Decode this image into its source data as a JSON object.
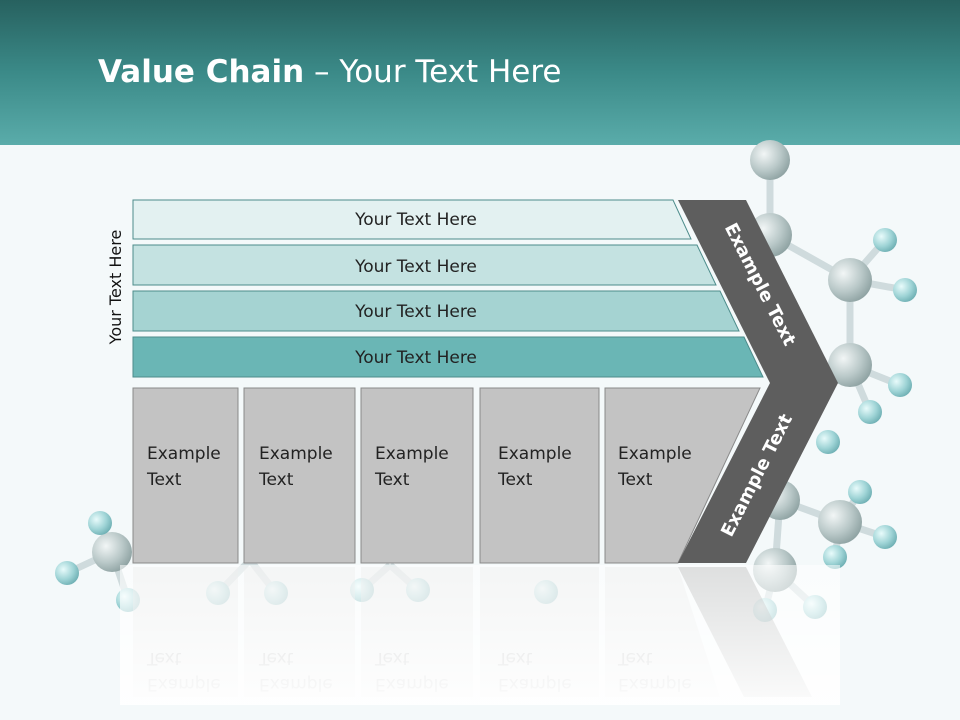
{
  "header": {
    "title_bold": "Value Chain",
    "title_rest": " – Your Text Here"
  },
  "side_label": "Your Text Here",
  "bars": [
    "Your Text Here",
    "Your Text Here",
    "Your Text Here",
    "Your Text Here"
  ],
  "boxes": [
    "Example\nText",
    "Example\nText",
    "Example\nText",
    "Example\nText",
    "Example\nText"
  ],
  "chevron_top_label": "Example Text",
  "chevron_bottom_label": "Example Text",
  "colors": {
    "bar1": "#e3f1f1",
    "bar2": "#c4e2e1",
    "bar3": "#a5d3d2",
    "bar4": "#6ab6b5",
    "box": "#c3c3c3",
    "chevron": "#5e5e5e",
    "header_dark": "#27615f",
    "header_light": "#5aacaa"
  }
}
